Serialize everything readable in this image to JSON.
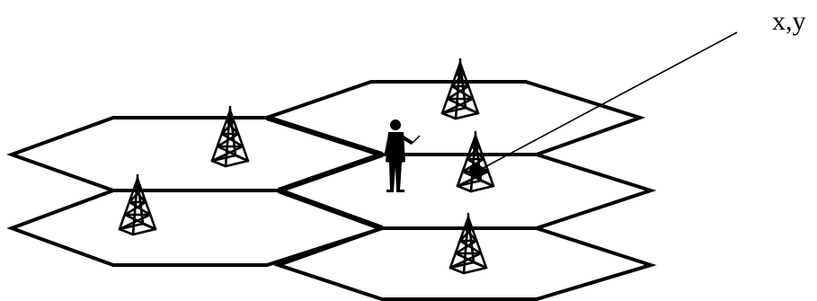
{
  "diagram": {
    "coordinate_label": "x,y",
    "colors": {
      "stroke": "#000000",
      "highlight_tower": "#a9b3ea",
      "background": "#ffffff"
    },
    "cells": [
      {
        "id": "cell-top-right"
      },
      {
        "id": "cell-upper-left"
      },
      {
        "id": "cell-center-right"
      },
      {
        "id": "cell-lower-left"
      },
      {
        "id": "cell-bottom-right"
      }
    ],
    "towers": [
      {
        "id": "tower-top",
        "style": "normal"
      },
      {
        "id": "tower-upper-left",
        "style": "normal"
      },
      {
        "id": "tower-lower-left",
        "style": "normal"
      },
      {
        "id": "tower-bottom",
        "style": "normal"
      },
      {
        "id": "tower-mobile-location",
        "style": "highlighted"
      }
    ],
    "figure": "person-with-phone",
    "marker": "location-dot"
  }
}
